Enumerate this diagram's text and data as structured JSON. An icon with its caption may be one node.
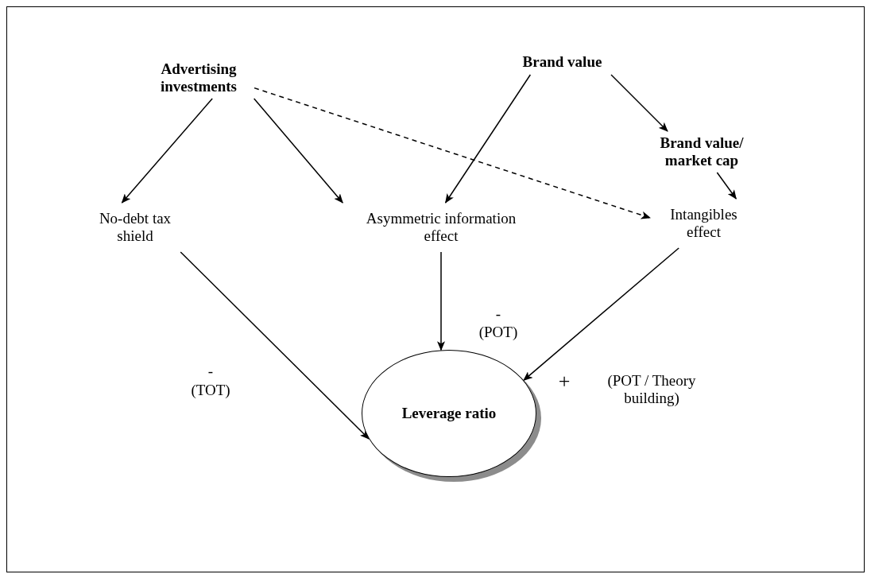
{
  "diagram": {
    "nodes": [
      {
        "text": [
          "Advertising investments"
        ]
      },
      {
        "text": [
          "Brand value"
        ]
      },
      {
        "text": [
          "Brand value/ market cap"
        ]
      },
      {
        "text": [
          "No-debt tax shield"
        ]
      },
      {
        "text": [
          "Asymmetric information effect"
        ]
      },
      {
        "text": [
          "Intangibles effect"
        ]
      },
      {
        "text": [
          "Leverage ratio"
        ]
      }
    ],
    "edges": [
      {
        "from": 0,
        "to": 3,
        "arrow": "to"
      },
      {
        "from": 0,
        "to": 4,
        "arrow": "to"
      },
      {
        "from": 0,
        "to": 5,
        "arrow": "to",
        "style": "dashed"
      },
      {
        "from": 1,
        "to": 4,
        "arrow": "to"
      },
      {
        "from": 1,
        "to": 2,
        "arrow": "to"
      },
      {
        "from": 2,
        "to": 5,
        "arrow": "to"
      },
      {
        "from": 3,
        "to": 6,
        "arrow": "to"
      },
      {
        "from": 4,
        "to": 6,
        "arrow": "to"
      },
      {
        "from": 5,
        "to": 6,
        "arrow": "to"
      }
    ],
    "labels": [
      "-",
      "(POT)",
      "-",
      "+",
      "(POT / Theory building)",
      "(TOT)"
    ]
  }
}
